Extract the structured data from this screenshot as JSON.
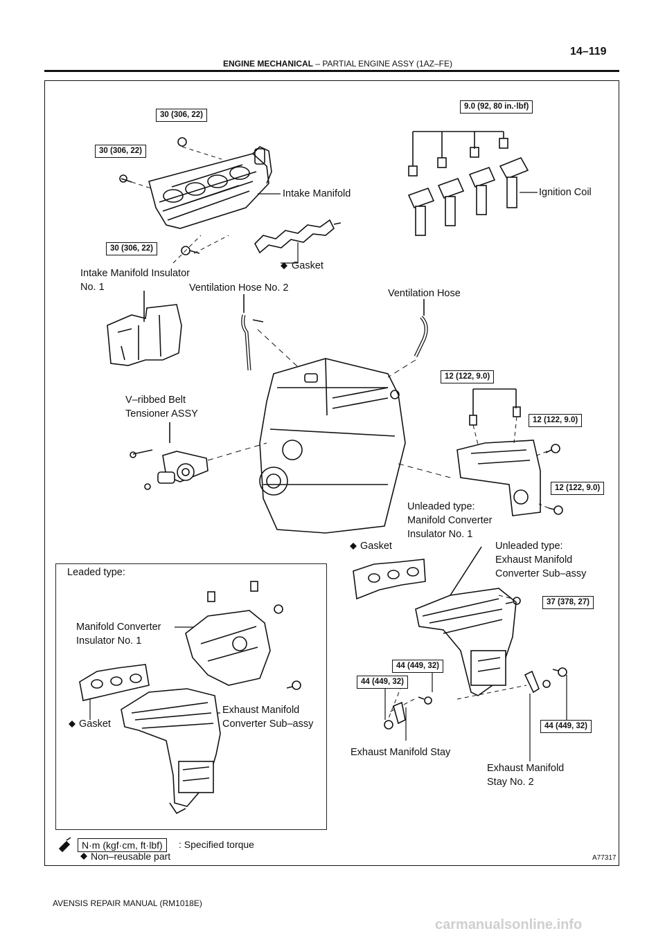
{
  "header": {
    "page_number": "14–119",
    "section": "ENGINE MECHANICAL",
    "separator": " – ",
    "subsection": "PARTIAL ENGINE ASSY (1AZ–FE)"
  },
  "torques": {
    "t1": "30 (306, 22)",
    "t2": "30 (306, 22)",
    "t3": "30 (306, 22)",
    "t4": "9.0 (92, 80 in.·lbf)",
    "t5": "12 (122, 9.0)",
    "t6": "12 (122, 9.0)",
    "t7": "12 (122, 9.0)",
    "t8": "37 (378, 27)",
    "t9": "44 (449, 32)",
    "t10": "44 (449, 32)",
    "t11": "44 (449, 32)"
  },
  "labels": {
    "intake_manifold": "Intake Manifold",
    "ignition_coil": "Ignition Coil",
    "gasket_top": "Gasket",
    "intake_insulator_l1": "Intake Manifold Insulator",
    "intake_insulator_l2": "No. 1",
    "vent_hose_2": "Ventilation Hose No. 2",
    "vent_hose": "Ventilation Hose",
    "belt_tensioner_l1": "V–ribbed Belt",
    "belt_tensioner_l2": "Tensioner ASSY",
    "unleaded_insulator_l1": "Unleaded type:",
    "unleaded_insulator_l2": "Manifold Converter",
    "unleaded_insulator_l3": "Insulator No. 1",
    "gasket_mid": "Gasket",
    "unleaded_exhaust_l1": "Unleaded type:",
    "unleaded_exhaust_l2": "Exhaust Manifold",
    "unleaded_exhaust_l3": "Converter Sub–assy",
    "leaded_type": "Leaded type:",
    "leaded_insulator_l1": "Manifold Converter",
    "leaded_insulator_l2": "Insulator No. 1",
    "leaded_gasket": "Gasket",
    "leaded_exhaust_l1": "Exhaust Manifold",
    "leaded_exhaust_l2": "Converter Sub–assy",
    "exhaust_stay": "Exhaust Manifold Stay",
    "exhaust_stay2_l1": "Exhaust Manifold",
    "exhaust_stay2_l2": "Stay No. 2"
  },
  "legend": {
    "unit_box": "N·m (kgf·cm, ft·lbf)",
    "specified": ": Specified torque",
    "nonreusable": "Non–reusable part"
  },
  "figure_ref": "A77317",
  "footer": "AVENSIS REPAIR MANUAL   (RM1018E)",
  "watermark": "carmanualsonline.info"
}
